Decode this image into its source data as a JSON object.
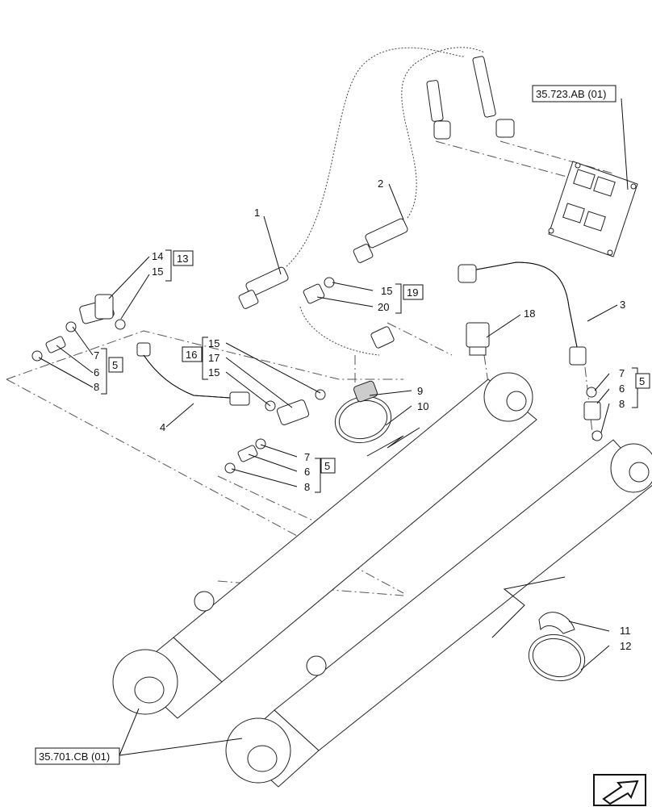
{
  "callouts": {
    "c1": "1",
    "c2": "2",
    "c3": "3",
    "c4": "4",
    "c5a": "5",
    "c5b": "5",
    "c5c": "5",
    "c6a": "6",
    "c6b": "6",
    "c6c": "6",
    "c7a": "7",
    "c7b": "7",
    "c7c": "7",
    "c8a": "8",
    "c8b": "8",
    "c8c": "8",
    "c9": "9",
    "c10": "10",
    "c11": "11",
    "c12": "12",
    "c13": "13",
    "c14": "14",
    "c15a": "15",
    "c15b": "15",
    "c15c": "15",
    "c15d": "15",
    "c16": "16",
    "c17": "17",
    "c18": "18",
    "c19": "19",
    "c20": "20"
  },
  "references": {
    "valve_block": "35.723.AB (01)",
    "cylinders": "35.701.CB (01)"
  },
  "nav": {
    "icon": "next-page-arrow-icon"
  }
}
